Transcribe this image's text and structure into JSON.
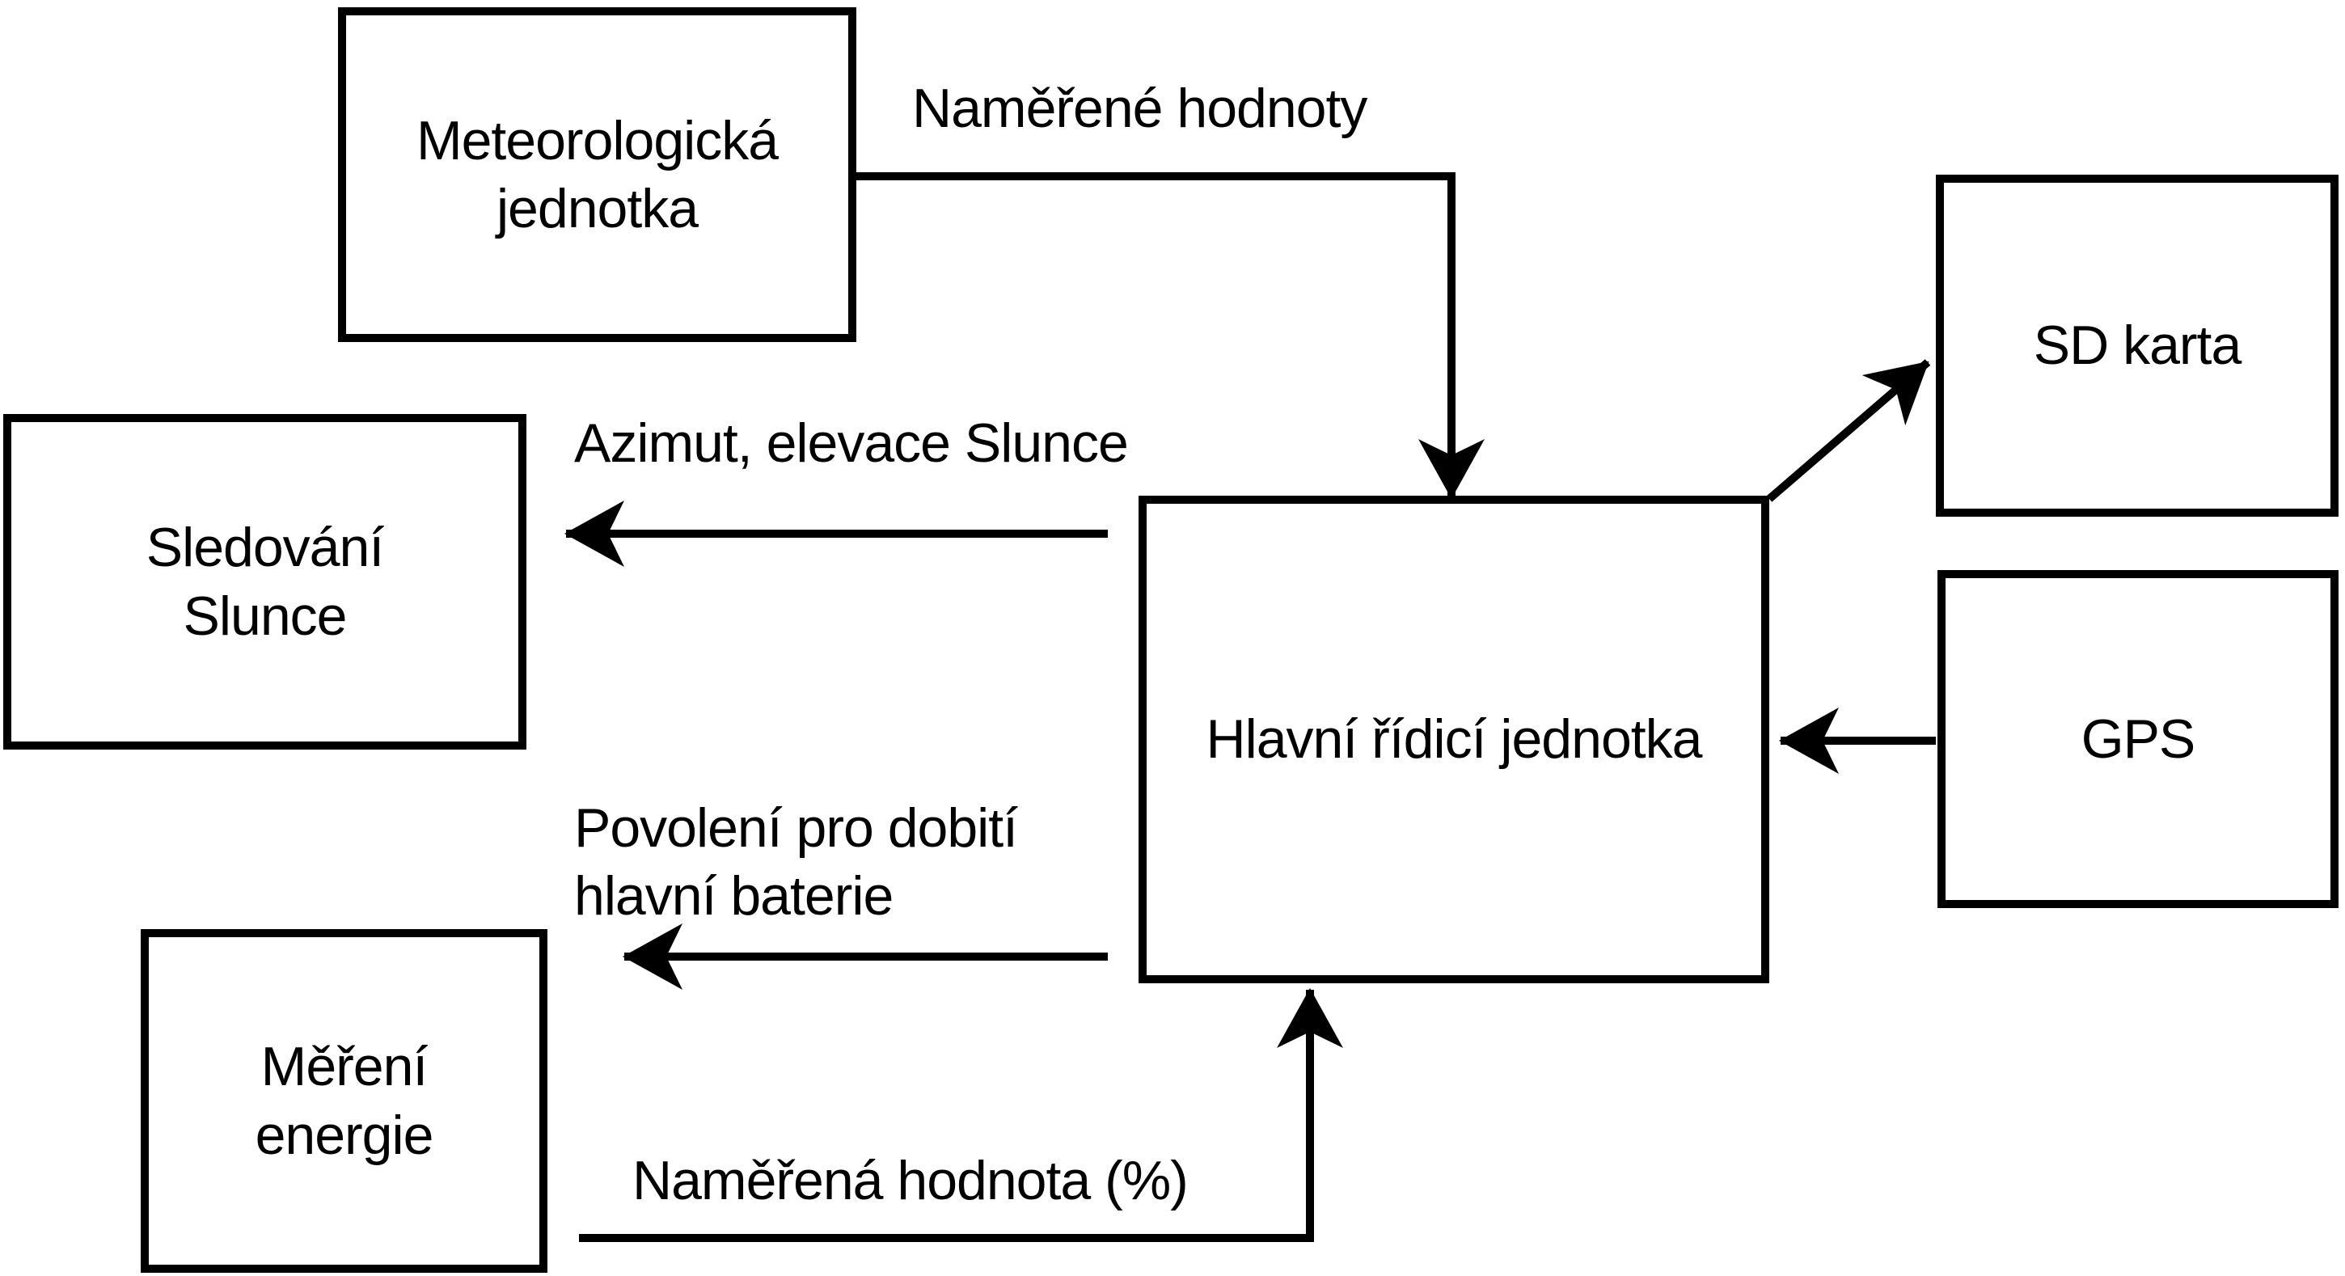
{
  "diagram": {
    "background_color": "#ffffff",
    "stroke_color": "#000000",
    "nodes": [
      {
        "id": "meteorological-unit",
        "label": "Meteorologická\njednotka"
      },
      {
        "id": "sun-tracking",
        "label": "Sledování\nSlunce"
      },
      {
        "id": "energy-measurement",
        "label": "Měření\nenergie"
      },
      {
        "id": "main-control-unit",
        "label": "Hlavní řídicí jednotka"
      },
      {
        "id": "sd-card",
        "label": "SD karta"
      },
      {
        "id": "gps",
        "label": "GPS"
      }
    ],
    "edges": [
      {
        "from": "Meteorologická jednotka",
        "to": "Hlavní řídicí jednotka",
        "label": "Naměřené hodnoty"
      },
      {
        "from": "Hlavní řídicí jednotka",
        "to": "Sledování Slunce",
        "label": "Azimut, elevace Slunce"
      },
      {
        "from": "Hlavní řídicí jednotka",
        "to": "Měření energie",
        "label": "Povolení pro dobití\nhlavní baterie"
      },
      {
        "from": "Měření energie",
        "to": "Hlavní řídicí jednotka",
        "label": "Naměřená hodnota (%)"
      },
      {
        "from": "Hlavní řídicí jednotka",
        "to": "SD karta",
        "label": ""
      },
      {
        "from": "GPS",
        "to": "Hlavní řídicí jednotka",
        "label": ""
      }
    ]
  }
}
